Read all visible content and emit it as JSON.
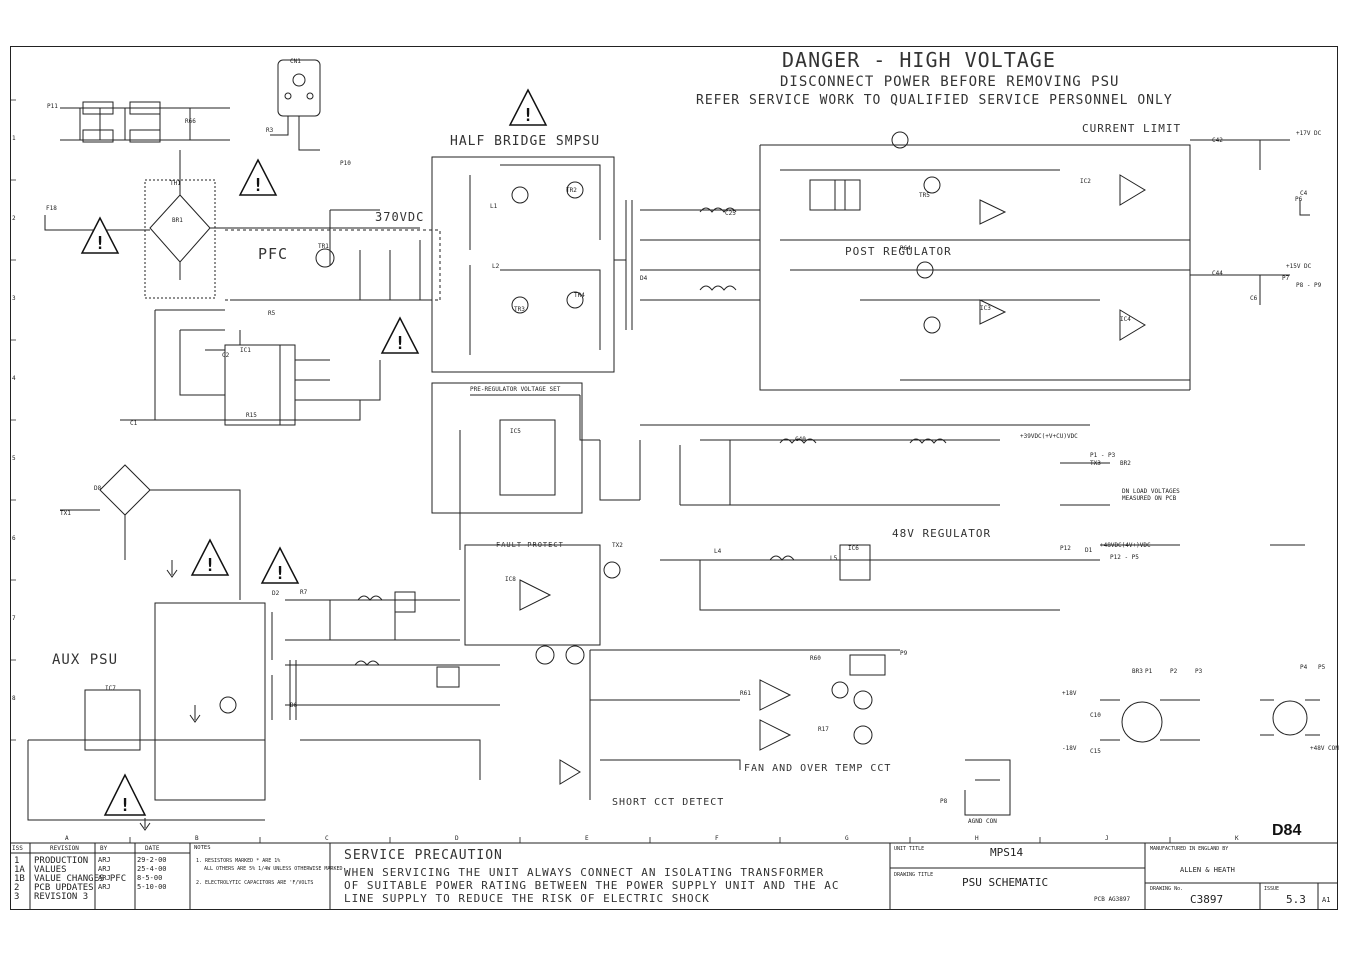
{
  "header": {
    "danger": "DANGER - HIGH VOLTAGE",
    "line1": "DISCONNECT POWER BEFORE REMOVING PSU",
    "line2": "REFER SERVICE WORK TO QUALIFIED SERVICE PERSONNEL ONLY"
  },
  "sections": {
    "half_bridge": "HALF BRIDGE SMPSU",
    "current_limit": "CURRENT LIMIT",
    "pfc": "PFC",
    "v370": "370VDC",
    "post_regulator": "POST REGULATOR",
    "v48_regulator": "48V REGULATOR",
    "fault_protect": "FAULT PROTECT",
    "aux_psu": "AUX PSU",
    "fan_temp": "FAN AND OVER TEMP CCT",
    "short_cct": "SHORT CCT DETECT",
    "pre_reg": "PRE-REGULATOR VOLTAGE SET"
  },
  "components": [
    "F18",
    "BR1",
    "TH1",
    "CN1",
    "TR1",
    "TR2",
    "TR3",
    "TR4",
    "TR5",
    "IC1",
    "IC2",
    "IC3",
    "IC4",
    "IC5",
    "IC6",
    "IC7",
    "IC8",
    "R3",
    "R5",
    "R7",
    "R15",
    "R17",
    "R60",
    "R61",
    "R64",
    "R66",
    "C1",
    "C2",
    "C4",
    "C6",
    "C10",
    "C15",
    "C25",
    "C40",
    "C42",
    "C44",
    "L1",
    "L2",
    "L4",
    "L5",
    "D1",
    "D2",
    "D4",
    "D6",
    "D8",
    "TX1",
    "TX2",
    "TX3",
    "BR2",
    "BR3",
    "P1",
    "P2",
    "P3",
    "P4",
    "P5",
    "P6",
    "P7",
    "P8",
    "P9",
    "P10",
    "P11",
    "P12"
  ],
  "net_labels": {
    "l1": "+17V DC",
    "l2": "+15V DC",
    "l3": "+39VDC(+V+CU)VDC",
    "l4": "+48VDC(4V+)VDC",
    "l5": "DN LOAD VOLTAGES MEASURED ON PCB",
    "l6": "+18V",
    "l7": "-18V",
    "l8": "+48V CON",
    "l9": "AGND CON",
    "l10": "P1 - P3",
    "l11": "P12 - P5",
    "l12": "P8 - P9"
  },
  "stamp": "D84",
  "notes": {
    "title": "NOTES",
    "n1": "1. RESISTORS MARKED * ARE 1%",
    "n2": "ALL OTHERS ARE 5% 1/4W UNLESS OTHERWISE MARKED",
    "n3": "2. ELECTROLYTIC CAPACITORS ARE 'F/VOLTS"
  },
  "revisions": {
    "header_iss": "ISS",
    "header_rev": "REVISION",
    "header_by": "BY",
    "header_date": "DATE",
    "rows": [
      {
        "iss": "1",
        "rev": "PRODUCTION",
        "by": "ARJ",
        "date": "29-2-00"
      },
      {
        "iss": "1A",
        "rev": "VALUES",
        "by": "ARJ",
        "date": "25-4-00"
      },
      {
        "iss": "1B",
        "rev": "VALUE CHANGES PFC",
        "by": "ARJ",
        "date": "8-5-00"
      },
      {
        "iss": "2",
        "rev": "PCB UPDATES",
        "by": "ARJ",
        "date": "5-10-00"
      },
      {
        "iss": "3",
        "rev": "REVISION 3",
        "by": "",
        "date": ""
      }
    ]
  },
  "precaution": {
    "title": "SERVICE PRECAUTION",
    "l1": "WHEN SERVICING THE UNIT ALWAYS CONNECT AN ISOLATING TRANSFORMER",
    "l2": "OF SUITABLE POWER RATING BETWEEN THE POWER SUPPLY UNIT AND THE AC",
    "l3": "LINE SUPPLY TO REDUCE THE RISK OF ELECTRIC SHOCK"
  },
  "title_block": {
    "unit_title_label": "UNIT TITLE",
    "unit_title": "MPS14",
    "drawing_title_label": "DRAWING TITLE",
    "drawing_title": "PSU SCHEMATIC",
    "pcb": "PCB AG3897",
    "made_in": "MANUFACTURED IN ENGLAND BY",
    "company": "ALLEN & HEATH",
    "drawing_no_label": "DRAWING No.",
    "drawing_no": "C3897",
    "issue_label": "ISSUE",
    "issue": "5.3",
    "size": "A1"
  },
  "grid": {
    "rows": [
      "1",
      "2",
      "3",
      "4",
      "5",
      "6",
      "7",
      "8"
    ],
    "cols": [
      "A",
      "B",
      "C",
      "D",
      "E",
      "F",
      "G",
      "H",
      "J",
      "K"
    ]
  }
}
